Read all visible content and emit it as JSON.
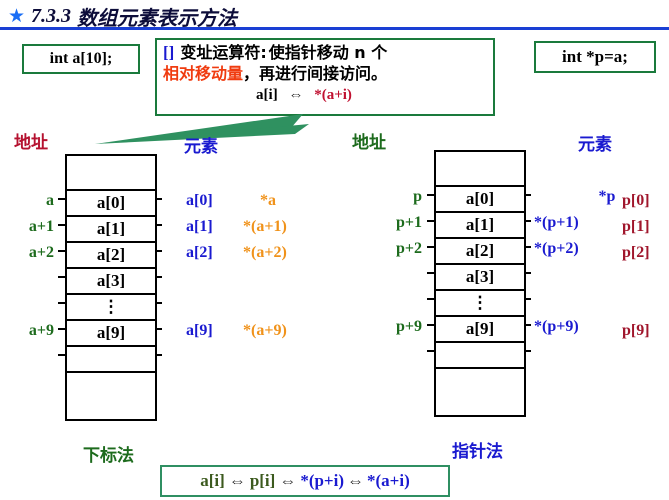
{
  "slide": {
    "title": {
      "bullet": "★",
      "number": "7.3.3",
      "text": "数组元素表示方法"
    },
    "declaration_box": {
      "code": "int a[10];"
    },
    "pointer_box": {
      "code": "int *p=a;"
    },
    "explanation_box": {
      "operator_symbol": "[]",
      "line1_part1": "变址运算符:",
      "line1_part2": "使指针移动 n 个",
      "line2_red": "相对移动量",
      "line2_rest": "，再进行间接访问。",
      "formula_left": "a[i]",
      "formula_equiv": "⇔",
      "formula_right": "*(a+i)"
    },
    "left_diagram": {
      "header_address": "地址",
      "header_element": "元素",
      "caption": "下标法",
      "cells": [
        "",
        "a[0]",
        "a[1]",
        "a[2]",
        "a[3]",
        "⋮",
        "a[9]",
        "",
        ""
      ],
      "addresses": [
        "a",
        "a+1",
        "a+2",
        "a+9"
      ],
      "elements_blue": [
        "a[0]",
        "a[1]",
        "a[2]",
        "a[9]"
      ],
      "elements_orange": [
        "*a",
        "*(a+1)",
        "*(a+2)",
        "*(a+9)"
      ]
    },
    "right_diagram": {
      "header_address": "地址",
      "header_element": "元素",
      "caption": "指针法",
      "cells": [
        "",
        "a[0]",
        "a[1]",
        "a[2]",
        "a[3]",
        "⋮",
        "a[9]",
        "",
        ""
      ],
      "addresses": [
        "p",
        "p+1",
        "p+2",
        "p+9"
      ],
      "elements_blue": [
        "*p",
        "*(p+1)",
        "*(p+2)",
        "*(p+9)"
      ],
      "elements_maroon": [
        "p[0]",
        "p[1]",
        "p[2]",
        "p[9]"
      ]
    },
    "summary_formula": {
      "t1": "a[i]",
      "eq1": "⇔",
      "t2": "p[i]",
      "eq2": "⇔",
      "t3": "*(p+i)",
      "eq3": "⇔",
      "t4": "*(a+i)"
    },
    "colors": {
      "title": "#0d0d3a",
      "star": "#1a6ef5",
      "rule": "#1a3fd4",
      "green_border": "#1a7a3c",
      "red_accent": "#f03c10",
      "crimson": "#b51230",
      "blue": "#1a1ad0",
      "orange": "#f0921a",
      "maroon": "#a0162c",
      "dark_green": "#1d6b1d"
    }
  }
}
